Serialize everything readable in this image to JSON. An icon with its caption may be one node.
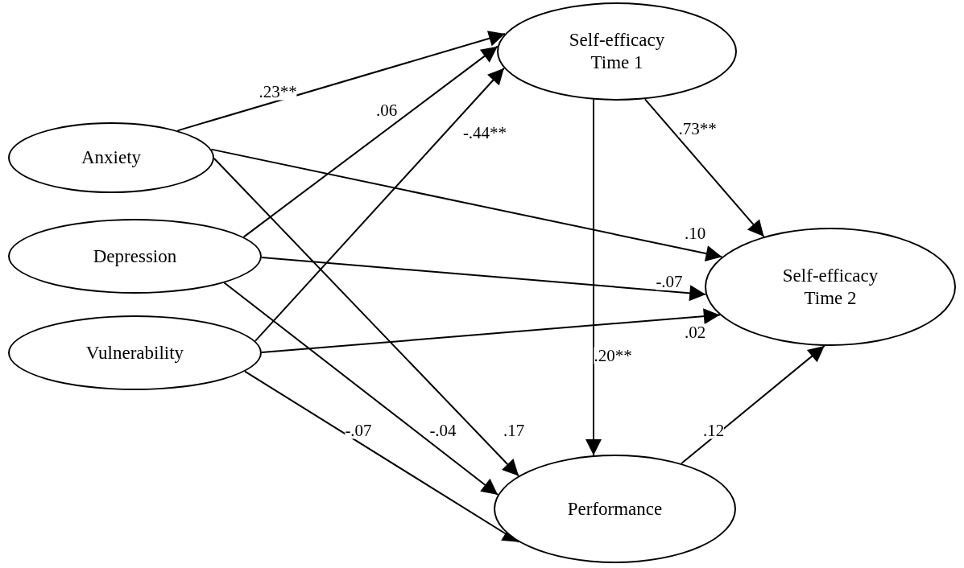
{
  "diagram": {
    "nodes": [
      {
        "text": [
          "Self-efficacy Time 1"
        ]
      },
      {
        "text": [
          "Anxiety"
        ]
      },
      {
        "text": [
          "Depression"
        ]
      },
      {
        "text": [
          "Vulnerability"
        ]
      },
      {
        "text": [
          "Self-efficacy Time 2"
        ]
      },
      {
        "text": [
          "Performance"
        ]
      }
    ],
    "edges": [
      {
        "from": 1,
        "to": 0,
        "arrow": "to",
        "label": ".23**"
      },
      {
        "from": 2,
        "to": 0,
        "arrow": "to",
        "label": ".06"
      },
      {
        "from": 3,
        "to": 0,
        "arrow": "to",
        "label": "-.44**"
      },
      {
        "from": 1,
        "to": 4,
        "arrow": "to",
        "label": ".10"
      },
      {
        "from": 2,
        "to": 4,
        "arrow": "to",
        "label": "-.07"
      },
      {
        "from": 3,
        "to": 4,
        "arrow": "to",
        "label": ".02"
      },
      {
        "from": 1,
        "to": 5,
        "arrow": "to",
        "label": ".17"
      },
      {
        "from": 2,
        "to": 5,
        "arrow": "to",
        "label": "-.04"
      },
      {
        "from": 3,
        "to": 5,
        "arrow": "to",
        "label": "-.07"
      },
      {
        "from": 0,
        "to": 5,
        "arrow": "to",
        "label": ".20**"
      },
      {
        "from": 0,
        "to": 4,
        "arrow": "to",
        "label": ".73**"
      },
      {
        "from": 5,
        "to": 4,
        "arrow": "to",
        "label": ".12"
      }
    ]
  }
}
